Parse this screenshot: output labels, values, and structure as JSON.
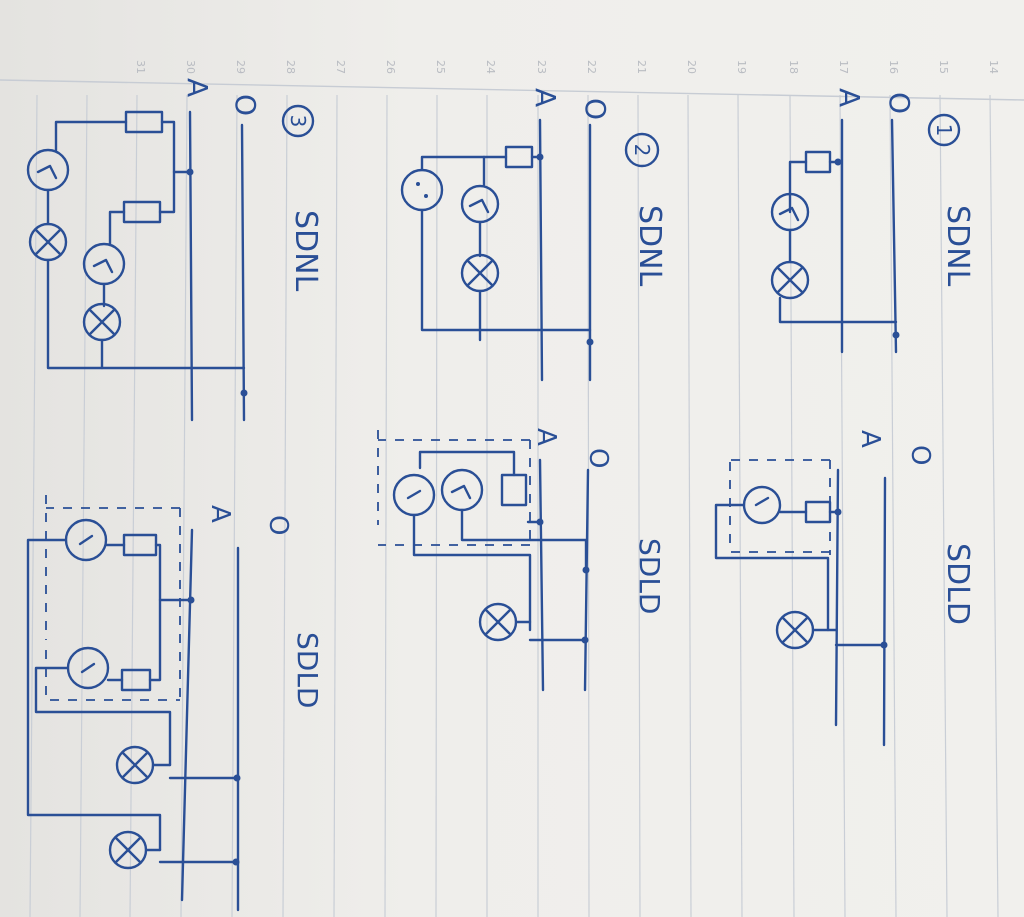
{
  "diagrams": [
    {
      "number": "1",
      "left_title": "SDNL",
      "right_title": "SDLD",
      "top_conductors": {
        "neutral": "O",
        "phase": "A"
      },
      "right_conductors": {
        "neutral": "O",
        "phase": "A"
      }
    },
    {
      "number": "2",
      "left_title": "SDNL",
      "right_title": "SDLD",
      "top_conductors": {
        "neutral": "O",
        "phase": "A"
      },
      "right_conductors": {
        "neutral": "O",
        "phase": "A"
      }
    },
    {
      "number": "3",
      "left_title": "SDNL",
      "right_title": "SDLD",
      "top_conductors": {
        "neutral": "O",
        "phase": "A"
      },
      "right_conductors": {
        "neutral": "O",
        "phase": "A"
      }
    }
  ],
  "margin_numbers": [
    "14",
    "15",
    "16",
    "17",
    "18",
    "19",
    "20",
    "21",
    "22",
    "23",
    "24",
    "25",
    "26",
    "27",
    "28",
    "29",
    "30",
    "31"
  ],
  "ink_color": "#2a4f96"
}
